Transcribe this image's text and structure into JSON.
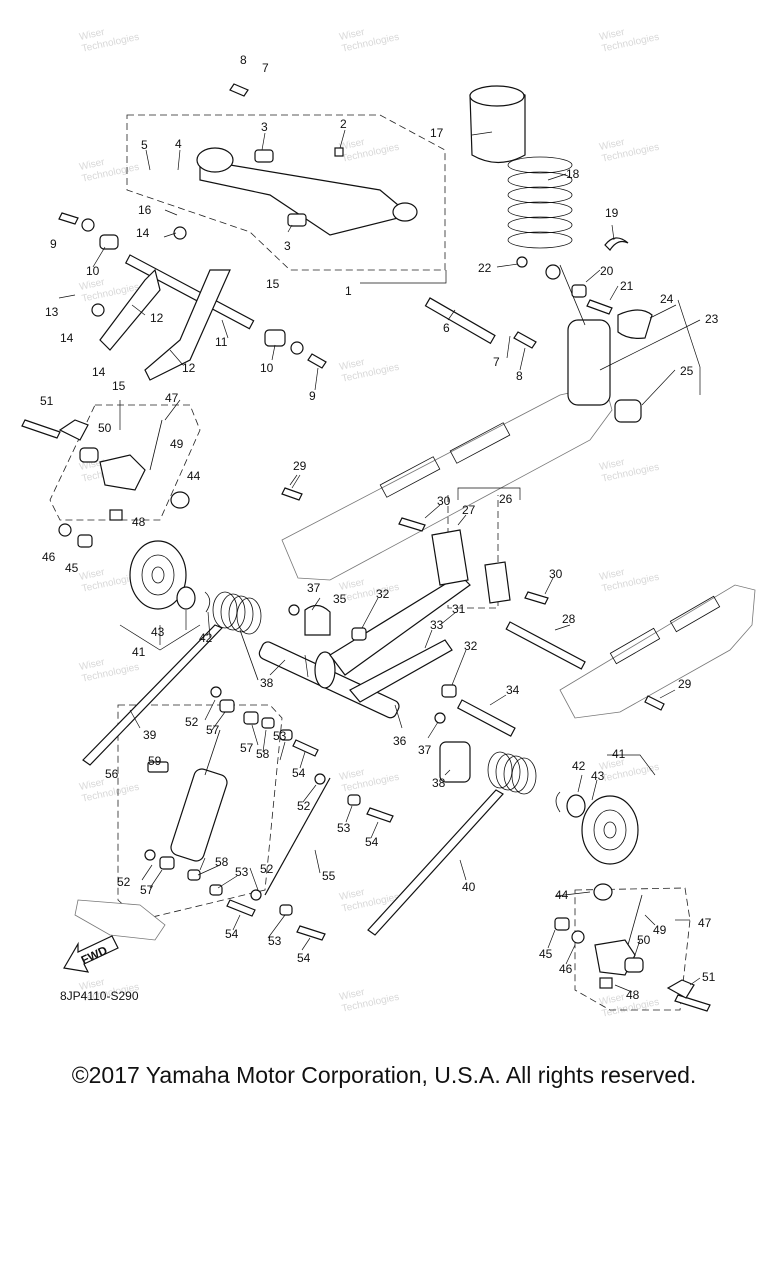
{
  "diagram_code": "8JP4110-S290",
  "fwd_label": "FWD",
  "copyright": "©2017 Yamaha Motor Corporation, U.S.A. All rights reserved.",
  "watermark_line1": "Wiser",
  "watermark_line2": "Technologies",
  "callouts": [
    {
      "id": "c1",
      "text": "1"
    },
    {
      "id": "c2",
      "text": "2"
    },
    {
      "id": "c3a",
      "text": "3"
    },
    {
      "id": "c3b",
      "text": "3"
    },
    {
      "id": "c4",
      "text": "4"
    },
    {
      "id": "c5",
      "text": "5"
    },
    {
      "id": "c6",
      "text": "6"
    },
    {
      "id": "c7a",
      "text": "7"
    },
    {
      "id": "c7b",
      "text": "7"
    },
    {
      "id": "c8a",
      "text": "8"
    },
    {
      "id": "c8b",
      "text": "8"
    },
    {
      "id": "c9a",
      "text": "9"
    },
    {
      "id": "c9b",
      "text": "9"
    },
    {
      "id": "c10a",
      "text": "10"
    },
    {
      "id": "c10b",
      "text": "10"
    },
    {
      "id": "c11",
      "text": "11"
    },
    {
      "id": "c12a",
      "text": "12"
    },
    {
      "id": "c12b",
      "text": "12"
    },
    {
      "id": "c13",
      "text": "13"
    },
    {
      "id": "c14a",
      "text": "14"
    },
    {
      "id": "c14b",
      "text": "14"
    },
    {
      "id": "c14c",
      "text": "14"
    },
    {
      "id": "c15a",
      "text": "15"
    },
    {
      "id": "c15b",
      "text": "15"
    },
    {
      "id": "c16",
      "text": "16"
    },
    {
      "id": "c17",
      "text": "17"
    },
    {
      "id": "c18",
      "text": "18"
    },
    {
      "id": "c19",
      "text": "19"
    },
    {
      "id": "c20",
      "text": "20"
    },
    {
      "id": "c21",
      "text": "21"
    },
    {
      "id": "c22",
      "text": "22"
    },
    {
      "id": "c23",
      "text": "23"
    },
    {
      "id": "c24",
      "text": "24"
    },
    {
      "id": "c25",
      "text": "25"
    },
    {
      "id": "c26",
      "text": "26"
    },
    {
      "id": "c27",
      "text": "27"
    },
    {
      "id": "c28",
      "text": "28"
    },
    {
      "id": "c29a",
      "text": "29"
    },
    {
      "id": "c29b",
      "text": "29"
    },
    {
      "id": "c30a",
      "text": "30"
    },
    {
      "id": "c30b",
      "text": "30"
    },
    {
      "id": "c31",
      "text": "31"
    },
    {
      "id": "c32a",
      "text": "32"
    },
    {
      "id": "c32b",
      "text": "32"
    },
    {
      "id": "c33",
      "text": "33"
    },
    {
      "id": "c34",
      "text": "34"
    },
    {
      "id": "c35",
      "text": "35"
    },
    {
      "id": "c36",
      "text": "36"
    },
    {
      "id": "c37a",
      "text": "37"
    },
    {
      "id": "c37b",
      "text": "37"
    },
    {
      "id": "c38a",
      "text": "38"
    },
    {
      "id": "c38b",
      "text": "38"
    },
    {
      "id": "c39",
      "text": "39"
    },
    {
      "id": "c40",
      "text": "40"
    },
    {
      "id": "c41a",
      "text": "41"
    },
    {
      "id": "c41b",
      "text": "41"
    },
    {
      "id": "c42a",
      "text": "42"
    },
    {
      "id": "c42b",
      "text": "42"
    },
    {
      "id": "c43a",
      "text": "43"
    },
    {
      "id": "c43b",
      "text": "43"
    },
    {
      "id": "c44a",
      "text": "44"
    },
    {
      "id": "c44b",
      "text": "44"
    },
    {
      "id": "c45a",
      "text": "45"
    },
    {
      "id": "c45b",
      "text": "45"
    },
    {
      "id": "c46a",
      "text": "46"
    },
    {
      "id": "c46b",
      "text": "46"
    },
    {
      "id": "c47a",
      "text": "47"
    },
    {
      "id": "c47b",
      "text": "47"
    },
    {
      "id": "c48a",
      "text": "48"
    },
    {
      "id": "c48b",
      "text": "48"
    },
    {
      "id": "c49a",
      "text": "49"
    },
    {
      "id": "c49b",
      "text": "49"
    },
    {
      "id": "c50a",
      "text": "50"
    },
    {
      "id": "c50b",
      "text": "50"
    },
    {
      "id": "c51a",
      "text": "51"
    },
    {
      "id": "c51b",
      "text": "51"
    },
    {
      "id": "c52a",
      "text": "52"
    },
    {
      "id": "c52b",
      "text": "52"
    },
    {
      "id": "c52c",
      "text": "52"
    },
    {
      "id": "c52d",
      "text": "52"
    },
    {
      "id": "c53a",
      "text": "53"
    },
    {
      "id": "c53b",
      "text": "53"
    },
    {
      "id": "c53c",
      "text": "53"
    },
    {
      "id": "c53d",
      "text": "53"
    },
    {
      "id": "c54a",
      "text": "54"
    },
    {
      "id": "c54b",
      "text": "54"
    },
    {
      "id": "c54c",
      "text": "54"
    },
    {
      "id": "c54d",
      "text": "54"
    },
    {
      "id": "c55",
      "text": "55"
    },
    {
      "id": "c56",
      "text": "56"
    },
    {
      "id": "c57a",
      "text": "57"
    },
    {
      "id": "c57b",
      "text": "57"
    },
    {
      "id": "c57c",
      "text": "57"
    },
    {
      "id": "c58a",
      "text": "58"
    },
    {
      "id": "c58b",
      "text": "58"
    },
    {
      "id": "c59",
      "text": "59"
    }
  ]
}
